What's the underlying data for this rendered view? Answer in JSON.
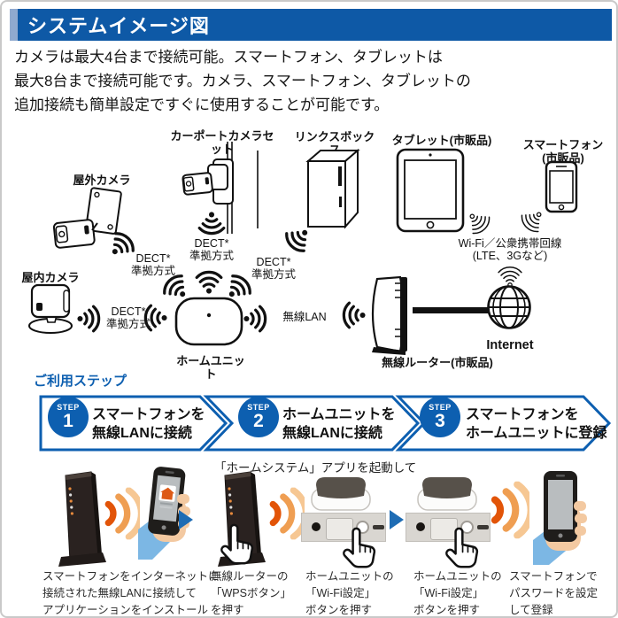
{
  "header": {
    "title": "システムイメージ図"
  },
  "intro": {
    "lines": [
      "カメラは最大4台まで接続可能。スマートフォン、タブレットは",
      "最大8台まで接続可能です。カメラ、スマートフォン、タブレットの",
      "追加接続も簡単設定ですぐに使用することが可能です。"
    ]
  },
  "diagram": {
    "carport_label": "カーポートカメラセット",
    "linksbox_label": "リンクスボックス",
    "tablet_label": "タブレット(市販品)",
    "smartphone_label_1": "スマートフォン",
    "smartphone_label_2": "(市販品)",
    "outdoor_label": "屋外カメラ",
    "indoor_label": "屋内カメラ",
    "homeunit_label": "ホームユニット",
    "router_label": "無線ルーター(市販品)",
    "internet_label": "Internet",
    "public_line_1": "Wi-Fi／公衆携帯回線",
    "public_line_2": "(LTE、3Gなど)",
    "wireless_lan_label": "無線LAN",
    "dect_1": "DECT*",
    "dect_2": "準拠方式"
  },
  "steps": {
    "heading": "ご利用ステップ",
    "badge": "STEP",
    "items": [
      {
        "number": "1",
        "line1": "スマートフォンを",
        "line2": "無線LANに接続"
      },
      {
        "number": "2",
        "line1": "ホームユニットを",
        "line2": "無線LANに接続"
      },
      {
        "number": "3",
        "line1": "スマートフォンを",
        "line2": "ホームユニットに登録"
      }
    ]
  },
  "flow": {
    "header": "「ホームシステム」アプリを起動して",
    "panels": [
      {
        "caption_lines": [
          "スマートフォンをインターネットに",
          "接続された無線LANに接続して",
          "アプリケーションをインストール"
        ]
      },
      {
        "caption_lines": [
          "無線ルーターの",
          "「WPSボタン」",
          "を押す"
        ]
      },
      {
        "caption_lines": [
          "ホームユニットの",
          "「Wi-Fi設定」",
          "ボタンを押す"
        ]
      },
      {
        "caption_lines": [
          "ホームユニットの",
          "「Wi-Fi設定」",
          "ボタンを押す"
        ]
      },
      {
        "caption_lines": [
          "スマートフォンで",
          "パスワードを設定",
          "して登録"
        ]
      }
    ]
  },
  "colors": {
    "primary_blue": "#0e59a6",
    "step_blue": "#0d5fb0",
    "wave_orange_dark": "#e25408",
    "wave_orange_mid": "#ef9e52",
    "wave_orange_light": "#f6c793"
  }
}
